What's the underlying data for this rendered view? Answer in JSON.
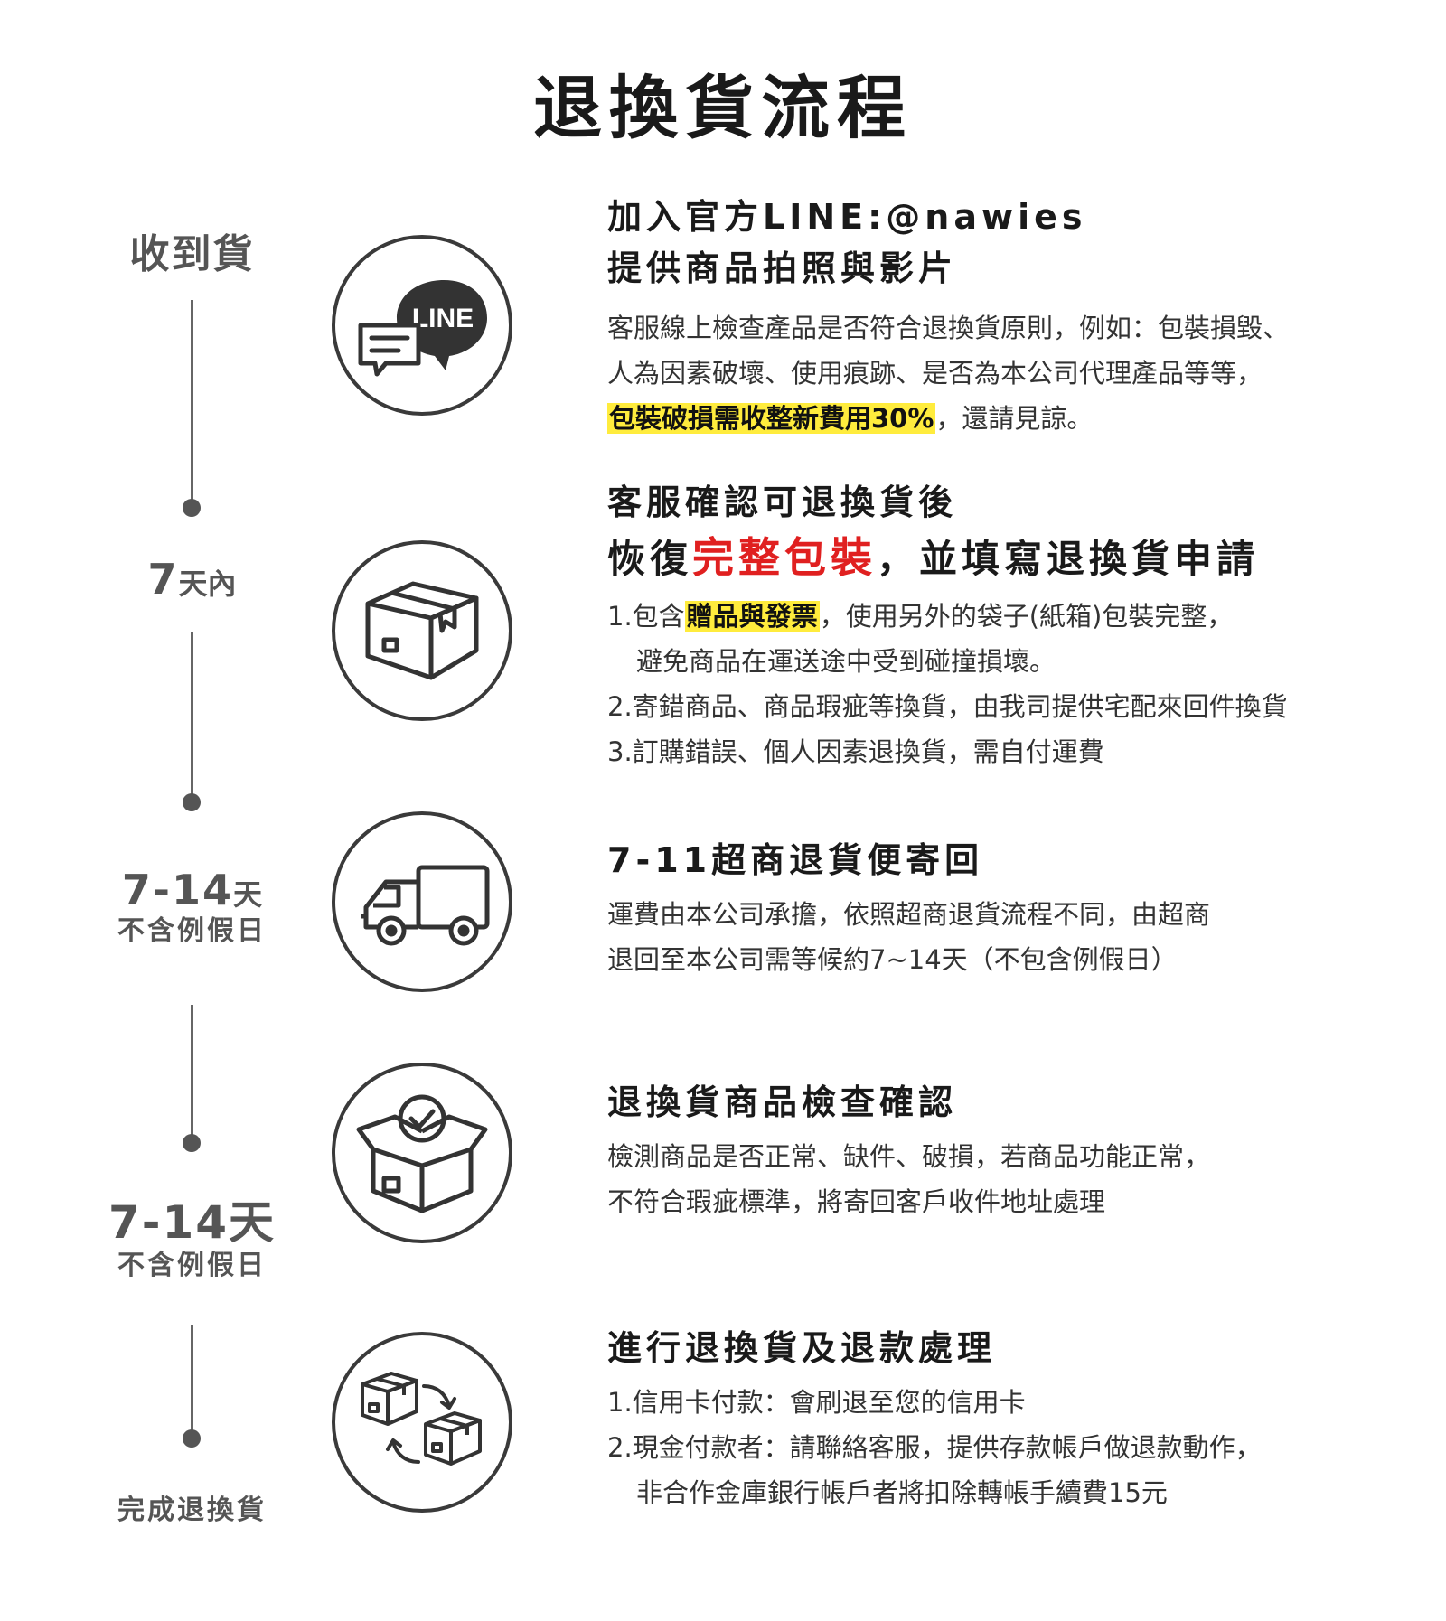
{
  "title": "退換貨流程",
  "timeline": {
    "received": "收到貨",
    "seven_days": "7",
    "seven_days_unit": "天內",
    "range1": "7-14",
    "range1_unit": "天",
    "range1_note": "不含例假日",
    "range2": "7-14天",
    "range2_note": "不含例假日",
    "done": "完成退換貨"
  },
  "icons": {
    "step1": "line-chat-icon",
    "step2": "package-box-icon",
    "step3": "delivery-truck-icon",
    "step4": "open-box-check-icon",
    "step5": "box-exchange-icon",
    "line_logo_text": "LINE"
  },
  "colors": {
    "highlight": "#ffec3d",
    "accent_red": "#e02020"
  },
  "step1": {
    "heading_line1": "加入官方LINE:@nawies",
    "heading_line2": "提供商品拍照與影片",
    "body_line1": "客服線上檢查產品是否符合退換貨原則，例如：包裝損毀、",
    "body_line2": "人為因素破壞、使用痕跡、是否為本公司代理產品等等，",
    "highlight": "包裝破損需收整新費用30%",
    "body_line3_rest": "，還請見諒。"
  },
  "step2": {
    "heading_line1": "客服確認可退換貨後",
    "heading_line2_a": "恢復",
    "heading_line2_red": "完整包裝",
    "heading_line2_b": "，並填寫退換貨申請",
    "item1_a": "1.包含",
    "item1_hl": "贈品與發票",
    "item1_b": "，使用另外的袋子(紙箱)包裝完整，",
    "item1_cont": "避免商品在運送途中受到碰撞損壞。",
    "item2": "2.寄錯商品、商品瑕疵等換貨，由我司提供宅配來回件換貨",
    "item3": "3.訂購錯誤、個人因素退換貨，需自付運費"
  },
  "step3": {
    "heading": "7-11超商退貨便寄回",
    "body_line1": "運費由本公司承擔，依照超商退貨流程不同，由超商",
    "body_line2": "退回至本公司需等候約7~14天（不包含例假日）"
  },
  "step4": {
    "heading": "退換貨商品檢查確認",
    "body_line1": "檢測商品是否正常、缺件、破損，若商品功能正常，",
    "body_line2": "不符合瑕疵標準，將寄回客戶收件地址處理"
  },
  "step5": {
    "heading": "進行退換貨及退款處理",
    "item1": "1.信用卡付款：會刷退至您的信用卡",
    "item2": "2.現金付款者：請聯絡客服，提供存款帳戶做退款動作，",
    "item2_cont": "非合作金庫銀行帳戶者將扣除轉帳手續費15元"
  }
}
